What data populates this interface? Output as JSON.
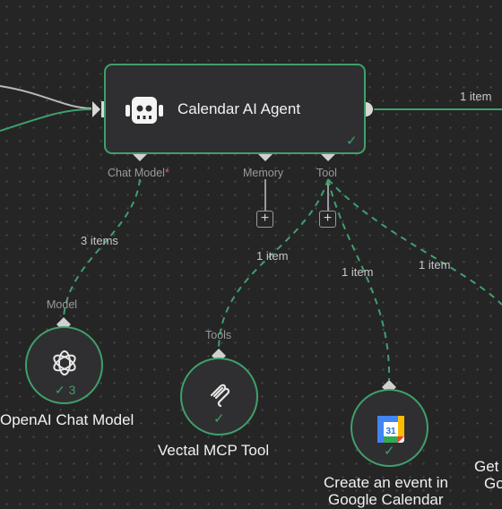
{
  "agent": {
    "title": "Calendar AI Agent",
    "icon": "robot-icon"
  },
  "ports": {
    "chat_model": "Chat Model",
    "chat_model_required": "*",
    "memory": "Memory",
    "tool": "Tool"
  },
  "edges": {
    "output": "1 item",
    "chat_model_link": "3 items",
    "tool_link_mcp": "1 item",
    "tool_link_calendar": "1 item",
    "tool_link_get": "1 item"
  },
  "nodes": {
    "openai": {
      "port": "Model",
      "title": "OpenAI Chat Model",
      "run_count": "3",
      "icon": "openai-icon"
    },
    "mcp": {
      "port": "Tools",
      "title": "Vectal MCP Tool",
      "icon": "mcp-icon"
    },
    "calendar": {
      "title_line1": "Create an event in",
      "title_line2": "Google Calendar",
      "icon": "google-calendar-icon",
      "icon_day": "31"
    },
    "get": {
      "title_line1": "Get",
      "title_line2": "Go"
    }
  },
  "colors": {
    "accent": "#3fa06b",
    "background": "#252526",
    "node_bg": "#2f2f31",
    "required": "#e0566b"
  }
}
